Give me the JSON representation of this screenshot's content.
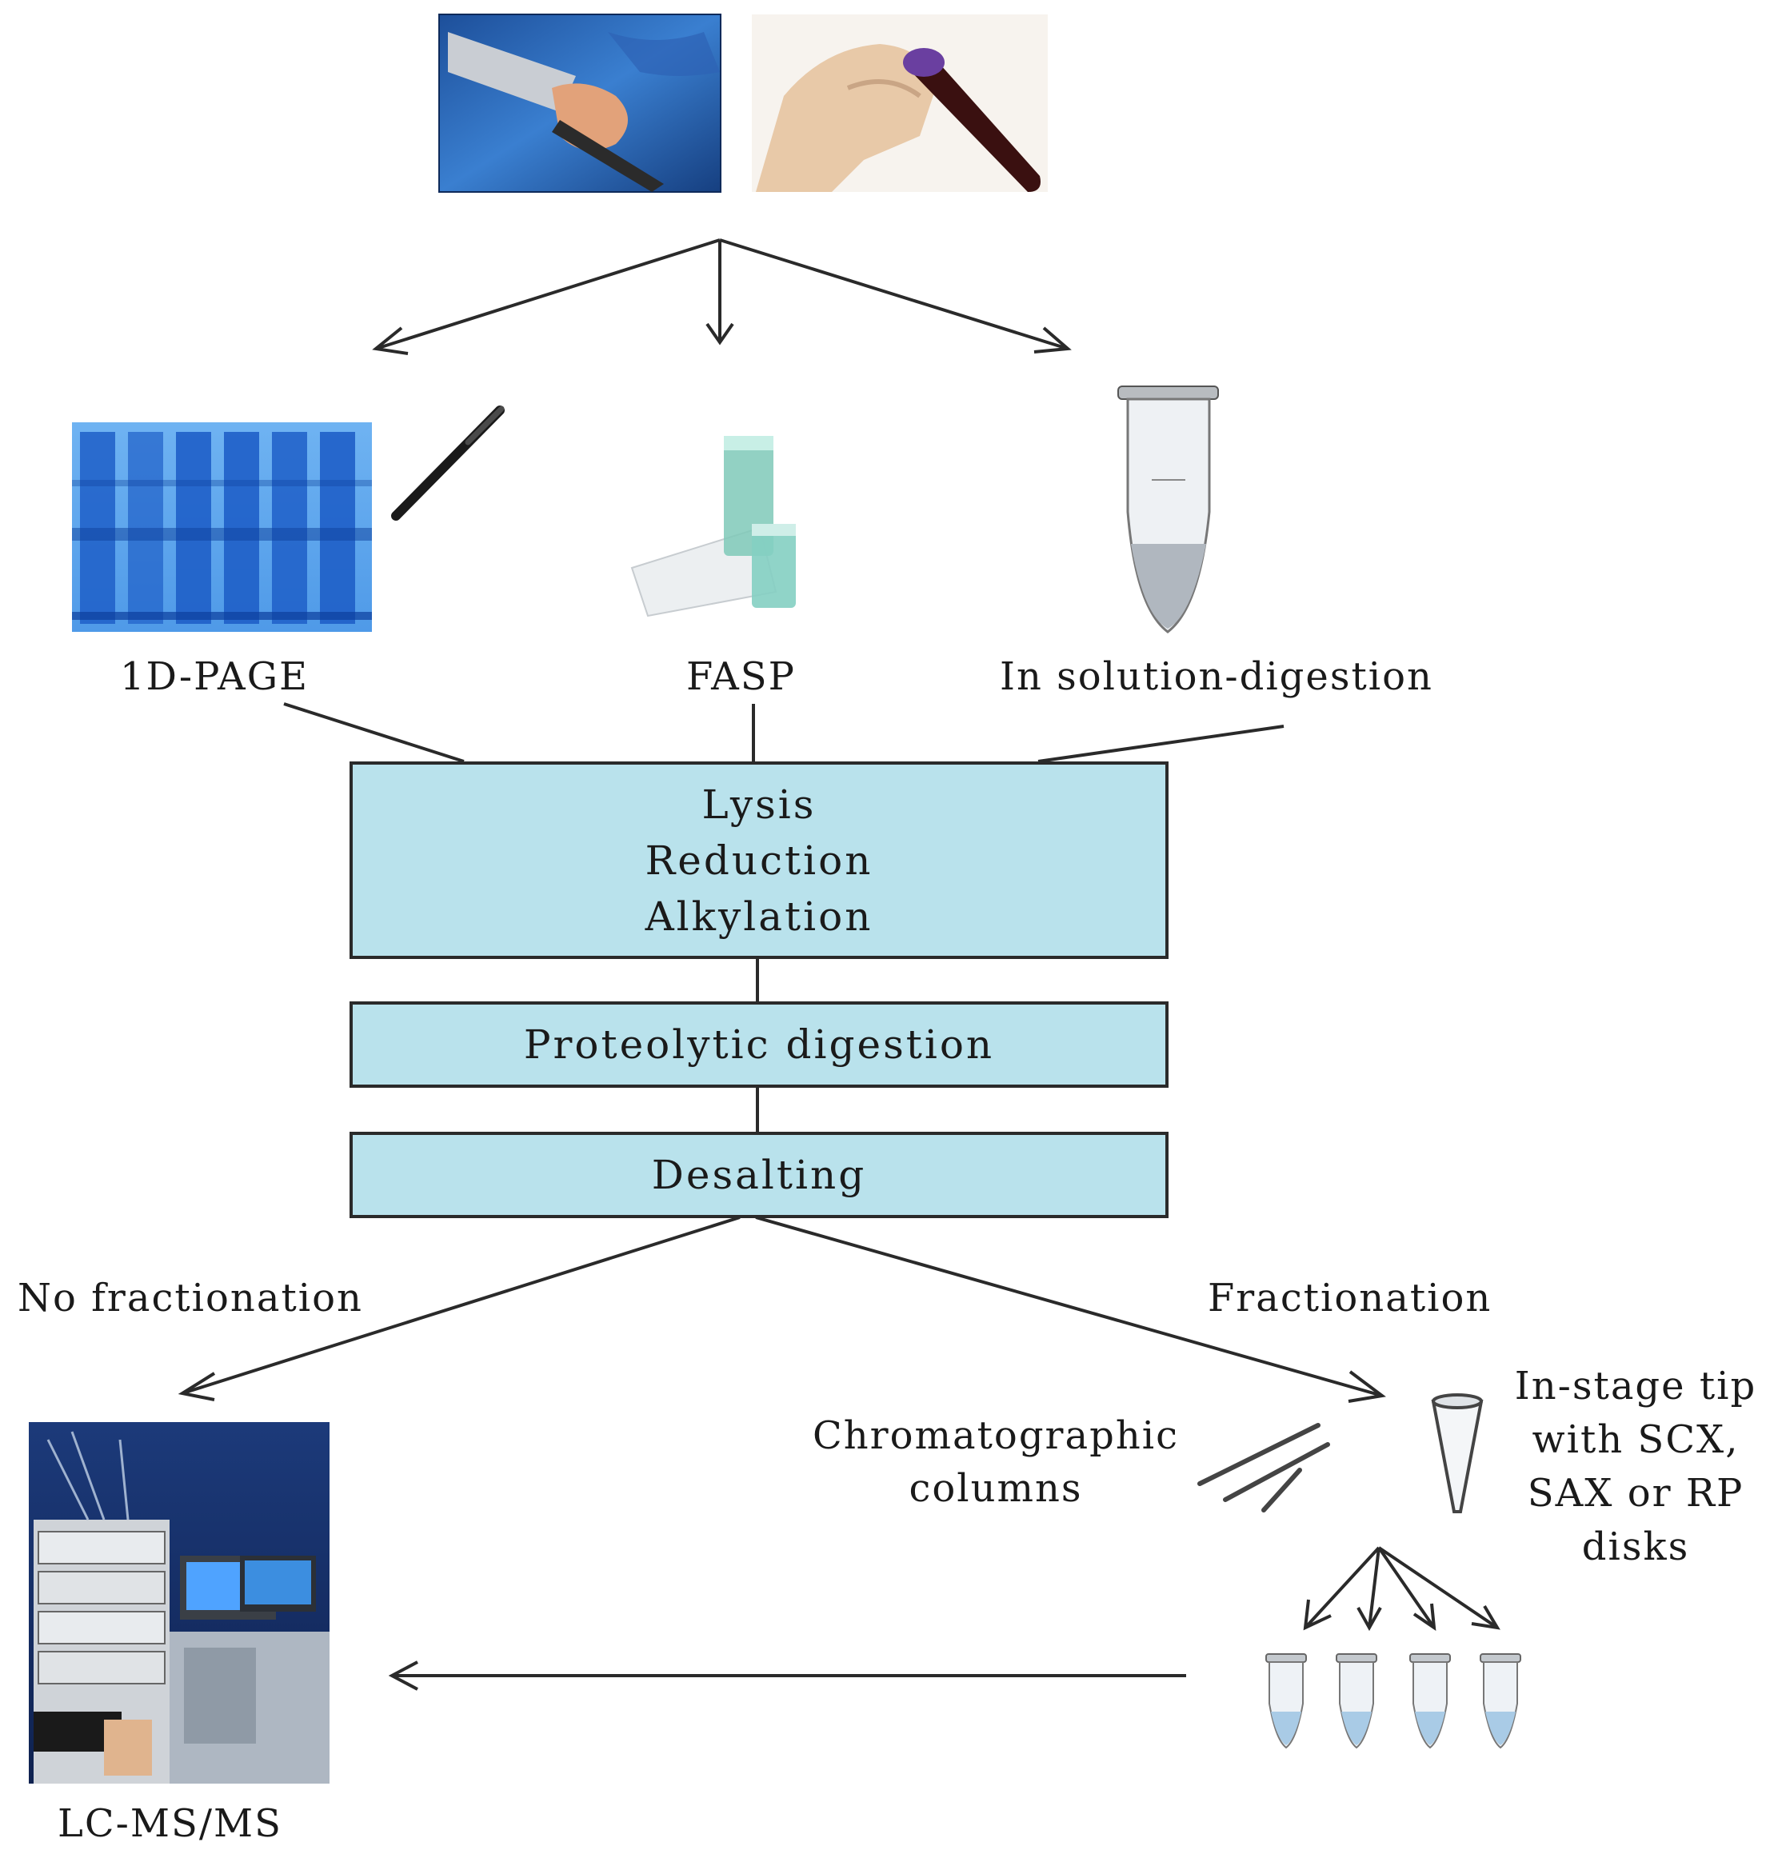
{
  "methods": {
    "gel": "1D-PAGE",
    "fasp": "FASP",
    "solution": "In solution-digestion"
  },
  "steps": {
    "prep": [
      "Lysis",
      "Reduction",
      "Alkylation"
    ],
    "digestion": "Proteolytic digestion",
    "desalting": "Desalting"
  },
  "branches": {
    "no_fractionation": "No fractionation",
    "fractionation": "Fractionation"
  },
  "fractionation_options": {
    "columns": [
      "Chromatographic",
      "columns"
    ],
    "stage_tip": [
      "In-stage tip",
      "with SCX,",
      "SAX or RP",
      "disks"
    ]
  },
  "instrument": "LC-MS/MS",
  "colors": {
    "box_fill": "#b9e2ec",
    "box_border": "#2a2a2a",
    "arrow": "#2a2a2a",
    "gel_blue": "#2f7fe0"
  }
}
